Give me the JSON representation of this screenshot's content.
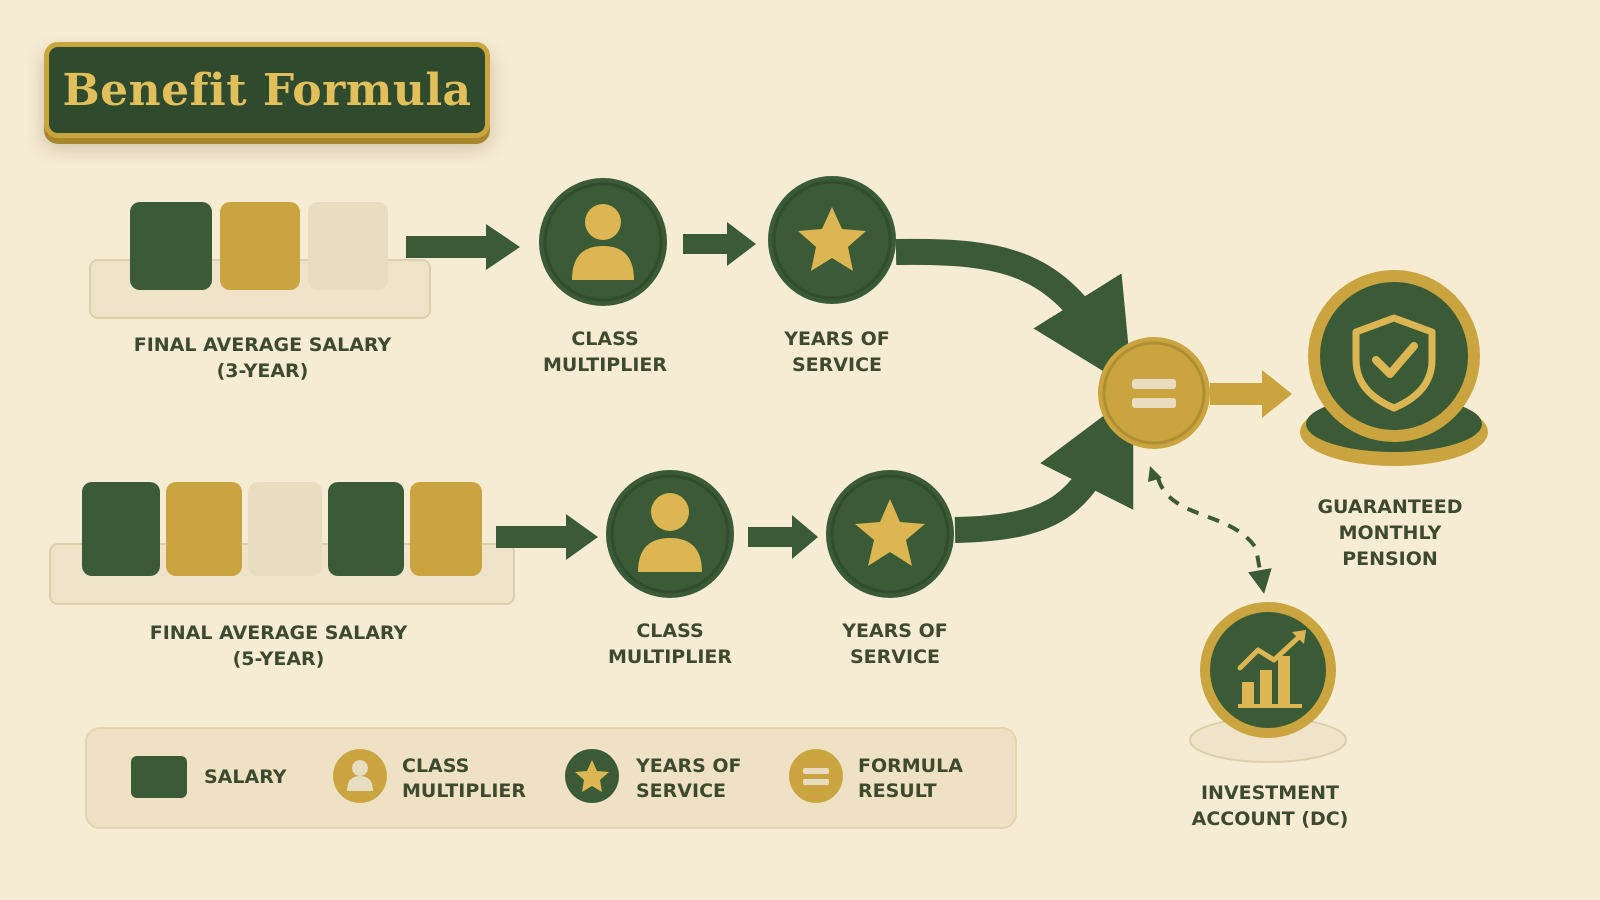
{
  "title": "Benefit Formula",
  "rows": [
    {
      "salary_label": "FINAL AVERAGE SALARY\n(3-YEAR)",
      "multiplier_label": "CLASS\nMULTIPLIER",
      "service_label": "YEARS OF\nSERVICE"
    },
    {
      "salary_label": "FINAL AVERAGE SALARY\n(5-YEAR)",
      "multiplier_label": "CLASS\nMULTIPLIER",
      "service_label": "YEARS OF\nSERVICE"
    }
  ],
  "result_label": "GUARANTEED\nMONTHLY\nPENSION",
  "investment_label": "INVESTMENT\nACCOUNT (DC)",
  "legend": [
    {
      "icon": "salary-block-icon",
      "label": "SALARY"
    },
    {
      "icon": "person-icon",
      "label": "CLASS\nMULTIPLIER"
    },
    {
      "icon": "star-icon",
      "label": "YEARS OF\nSERVICE"
    },
    {
      "icon": "equals-icon",
      "label": "FORMULA\nRESULT"
    }
  ],
  "colors": {
    "green": "#3b5a36",
    "gold": "#c9a43f",
    "cream": "#e8dcc1",
    "background": "#f6ebd3"
  }
}
